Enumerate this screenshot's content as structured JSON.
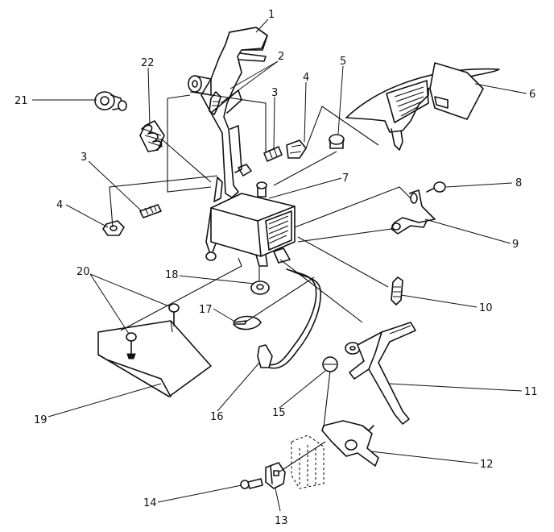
{
  "callouts": [
    {
      "id": "1",
      "label": "1"
    },
    {
      "id": "2",
      "label": "2"
    },
    {
      "id": "3a",
      "label": "3"
    },
    {
      "id": "4a",
      "label": "4"
    },
    {
      "id": "5",
      "label": "5"
    },
    {
      "id": "6",
      "label": "6"
    },
    {
      "id": "7",
      "label": "7"
    },
    {
      "id": "8",
      "label": "8"
    },
    {
      "id": "9",
      "label": "9"
    },
    {
      "id": "10",
      "label": "10"
    },
    {
      "id": "11",
      "label": "11"
    },
    {
      "id": "12",
      "label": "12"
    },
    {
      "id": "13",
      "label": "13"
    },
    {
      "id": "14",
      "label": "14"
    },
    {
      "id": "15",
      "label": "15"
    },
    {
      "id": "16",
      "label": "16"
    },
    {
      "id": "17",
      "label": "17"
    },
    {
      "id": "18",
      "label": "18"
    },
    {
      "id": "19",
      "label": "19"
    },
    {
      "id": "20",
      "label": "20"
    },
    {
      "id": "21",
      "label": "21"
    },
    {
      "id": "22",
      "label": "22"
    },
    {
      "id": "3b",
      "label": "3"
    },
    {
      "id": "4b",
      "label": "4"
    }
  ]
}
